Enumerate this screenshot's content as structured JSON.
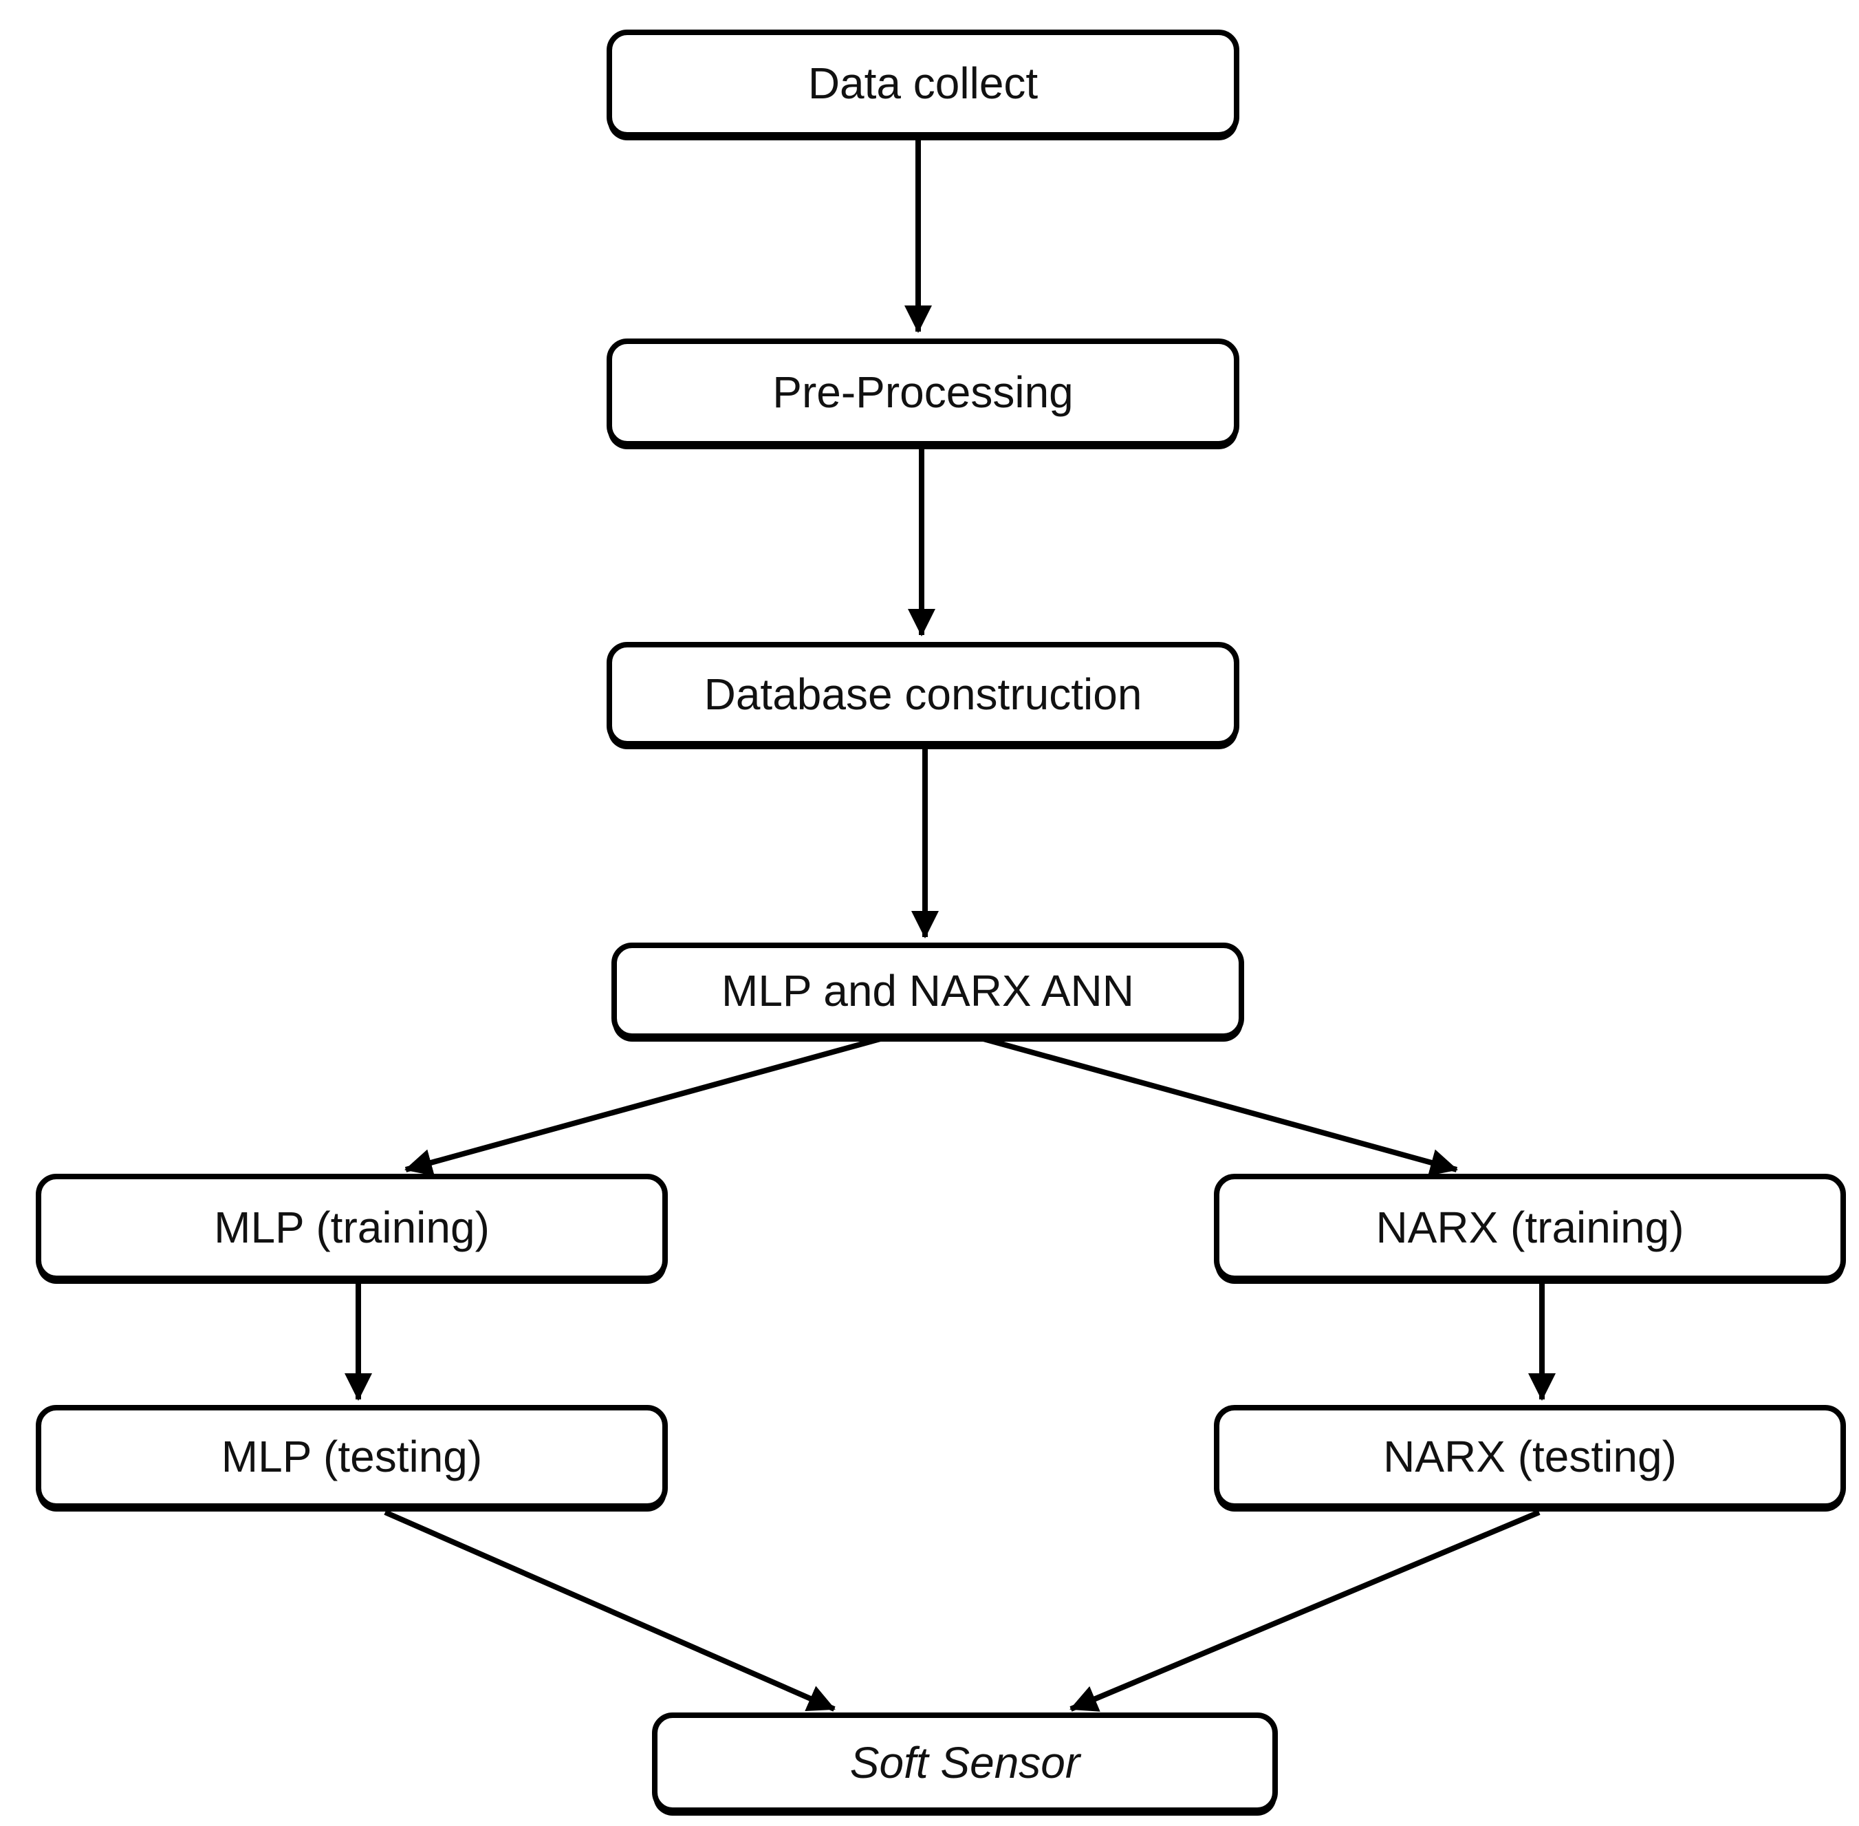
{
  "diagram": {
    "type": "flowchart",
    "background_color": "#ffffff",
    "line_color": "#000000",
    "text_color": "#111111",
    "nodes": {
      "data_collect": {
        "label": "Data collect"
      },
      "pre_processing": {
        "label": "Pre-Processing"
      },
      "database_construction": {
        "label": "Database construction"
      },
      "mlp_and_narx_ann": {
        "label": "MLP and NARX ANN"
      },
      "mlp_training": {
        "label": "MLP (training)"
      },
      "narx_training": {
        "label": "NARX (training)"
      },
      "mlp_testing": {
        "label": "MLP (testing)"
      },
      "narx_testing": {
        "label": "NARX (testing)"
      },
      "soft_sensor": {
        "label": "Soft Sensor",
        "style": "italic"
      }
    },
    "edges": [
      {
        "from": "data_collect",
        "to": "pre_processing"
      },
      {
        "from": "pre_processing",
        "to": "database_construction"
      },
      {
        "from": "database_construction",
        "to": "mlp_and_narx_ann"
      },
      {
        "from": "mlp_and_narx_ann",
        "to": "mlp_training"
      },
      {
        "from": "mlp_and_narx_ann",
        "to": "narx_training"
      },
      {
        "from": "mlp_training",
        "to": "mlp_testing"
      },
      {
        "from": "narx_training",
        "to": "narx_testing"
      },
      {
        "from": "mlp_testing",
        "to": "soft_sensor"
      },
      {
        "from": "narx_testing",
        "to": "soft_sensor"
      }
    ]
  }
}
